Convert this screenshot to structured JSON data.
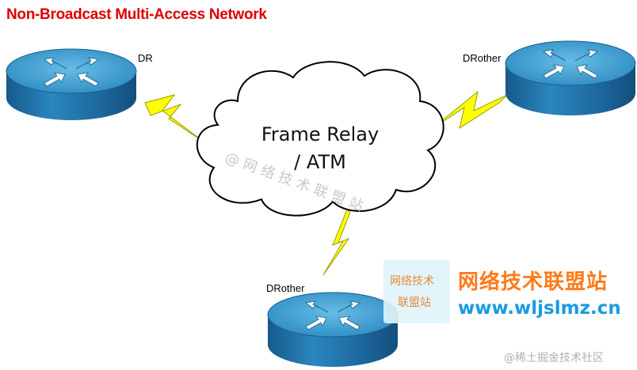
{
  "title": "Non-Broadcast Multi-Access Network",
  "cloud": {
    "line1": "Frame Relay",
    "line2": "/ ATM"
  },
  "routers": [
    {
      "label": "DR"
    },
    {
      "label": "DRother"
    },
    {
      "label": "DRother"
    }
  ],
  "watermark": {
    "diagonal": "@ 网 络 技 术 联 盟 站",
    "box_line1": "网络技术",
    "box_line2": "联盟站",
    "brand_name": "网络技术联盟站",
    "brand_url": "www.wljslmz.cn",
    "footer_credit": "@稀土掘金技术社区"
  },
  "colors": {
    "title": "#e00000",
    "router_top": "#3f9ccc",
    "router_side": "#1f6fa8",
    "lightning": "#ffff00",
    "brand_orange": "#ff7a1a",
    "brand_blue": "#1a9be0"
  },
  "icons": {
    "router": "router-icon",
    "link": "lightning-bolt-icon",
    "network": "cloud-icon"
  }
}
